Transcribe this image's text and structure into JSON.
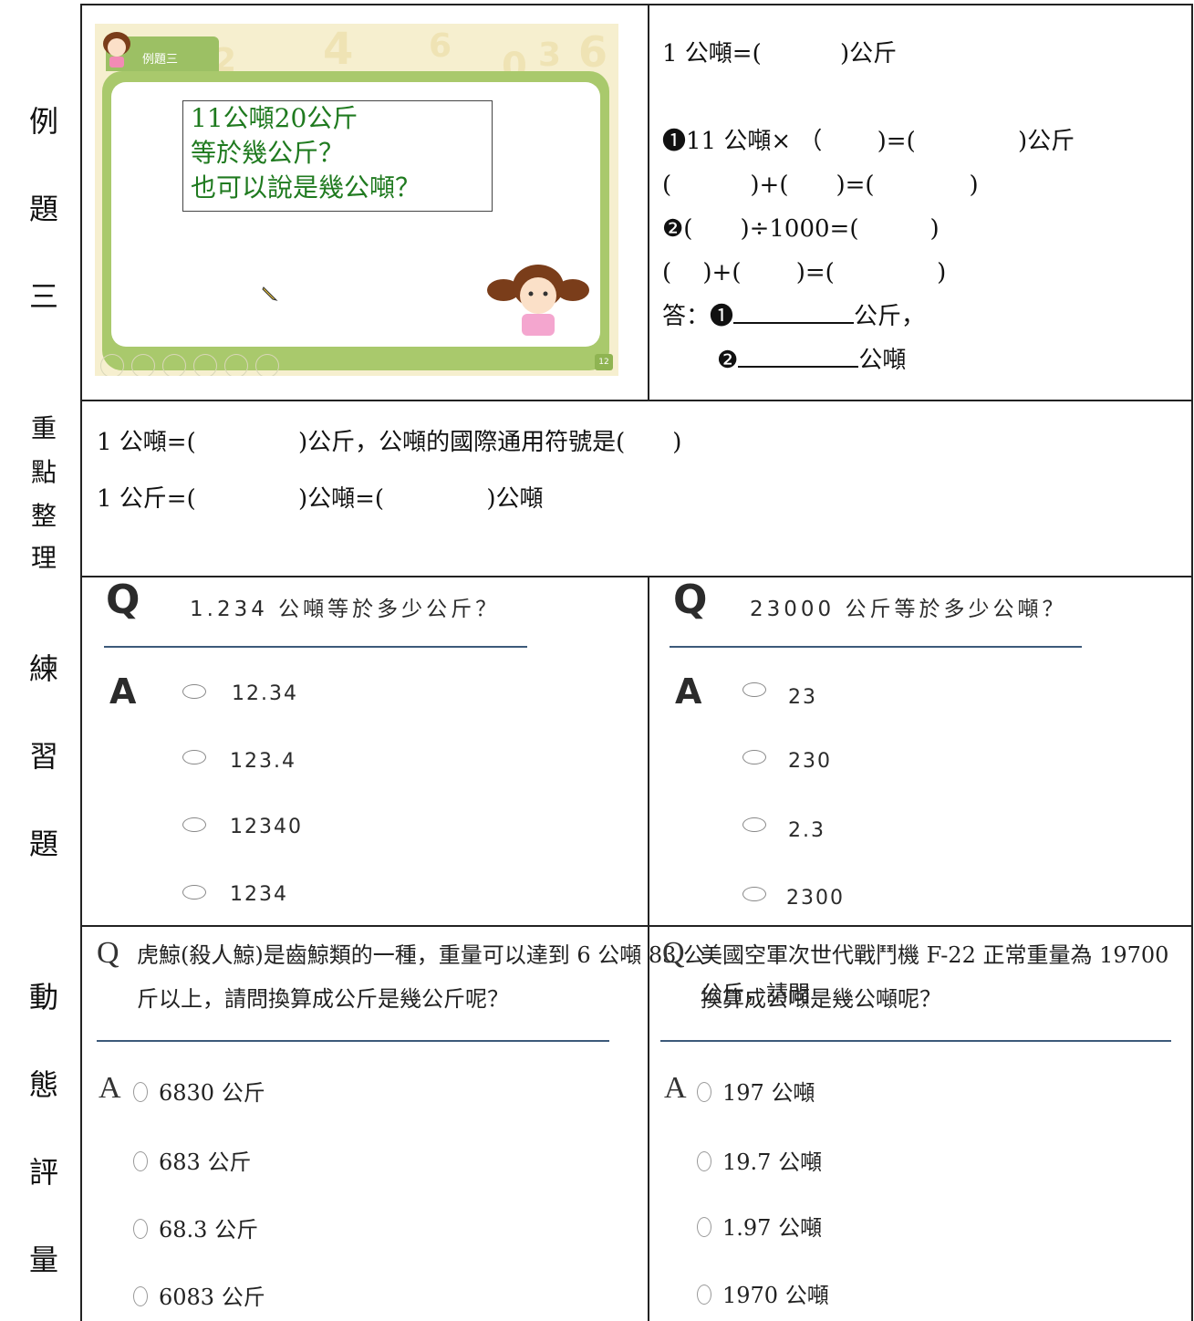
{
  "row_labels": {
    "example": [
      "例",
      "題",
      "三"
    ],
    "summary": [
      "重",
      "點",
      "整",
      "理"
    ],
    "practice": [
      "練",
      "習",
      "題"
    ],
    "assessment": [
      "動",
      "態",
      "評",
      "量"
    ]
  },
  "slide": {
    "tab": "例題三",
    "bg_numbers": [
      "4",
      "6",
      "2",
      "0",
      "3",
      "6"
    ],
    "question_lines": [
      "11公噸20公斤",
      "等於幾公斤？",
      "也可以說是幾公噸？"
    ],
    "page_badge": "12"
  },
  "example_work": {
    "line1": "1 公噸=(　　　 )公斤",
    "line2": "❶11 公噸× （　　 )=(　　　　 )公斤",
    "line3": "(　　　 )+(　　)=(　　　　)",
    "line4": "❷(　　)÷1000=(　　　)",
    "line5": "(　 )+(　　 )=(　　　　 )",
    "answer_prefix": "答：",
    "ans1_mark": "❶",
    "ans1_unit": "公斤，",
    "ans2_mark": "❷",
    "ans2_unit": "公噸"
  },
  "summary": {
    "line1": "1 公噸=(　　　　 )公斤，公噸的國際通用符號是(　　)",
    "line2": "1 公斤=(　　　　 )公噸=(　　　　 )公噸"
  },
  "practice": {
    "left": {
      "q_letter": "Q",
      "question": "1.234 公噸等於多少公斤？",
      "a_letter": "A",
      "options": [
        "12.34",
        "123.4",
        "12340",
        "1234"
      ]
    },
    "right": {
      "q_letter": "Q",
      "question": "23000 公斤等於多少公噸？",
      "a_letter": "A",
      "options": [
        "23",
        "230",
        "2.3",
        "2300"
      ]
    }
  },
  "assessment": {
    "left": {
      "q_letter": "Q",
      "question_lines": [
        "虎鯨(殺人鯨)是齒鯨類的一種，重量可以達到 6 公噸 83 公",
        "斤以上，請問換算成公斤是幾公斤呢？"
      ],
      "a_letter": "A",
      "options": [
        "6830 公斤",
        "683 公斤",
        "68.3 公斤",
        "6083 公斤"
      ]
    },
    "right": {
      "q_letter": "Q",
      "question_lines": [
        "美國空軍次世代戰鬥機 F-22 正常重量為 19700 公斤，請問",
        "換算成公噸是幾公噸呢？"
      ],
      "a_letter": "A",
      "options": [
        "197 公噸",
        "19.7 公噸",
        "1.97 公噸",
        "1970 公噸"
      ]
    }
  }
}
